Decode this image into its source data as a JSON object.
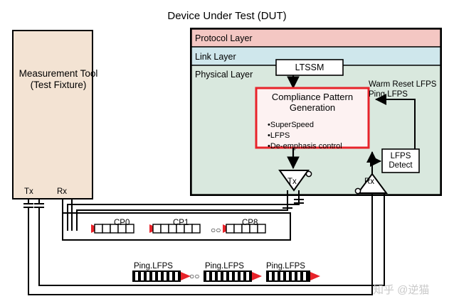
{
  "diagram": {
    "title": "Device Under Test (DUT)",
    "measurement_tool": {
      "line1": "Measurement Tool",
      "line2": "(Test Fixture)",
      "tx_port": "Tx",
      "rx_port": "Rx",
      "fill_color": "#f3e3d3"
    },
    "layers": [
      {
        "name": "Protocol Layer",
        "color": "#f4c7c3"
      },
      {
        "name": "Link Layer",
        "color": "#cfe7ec"
      },
      {
        "name": "Physical Layer",
        "color": "#d9e8de"
      }
    ],
    "ltssm": {
      "label": "LTSSM"
    },
    "compliance_box": {
      "title_line1": "Compliance Pattern",
      "title_line2": "Generation",
      "bullets": [
        "•SuperSpeed",
        "•LFPS",
        "•De-emphasis control"
      ],
      "border_color": "#e8232a",
      "fill_color": "#fdf2f2"
    },
    "lfps_detect": {
      "line1": "LFPS",
      "line2": "Detect"
    },
    "feedback_label": {
      "line1": "Warm Reset LFPS",
      "line2": "Ping.LFPS"
    },
    "buffers": {
      "tx": "Tx",
      "rx": "Rx"
    },
    "compliance_patterns": {
      "labels": [
        "CP0",
        "CP1",
        "CP8"
      ],
      "ellipsis": "○○",
      "arrow_color": "#e8232a",
      "direction": "left"
    },
    "ping_lfps": {
      "labels": [
        "Ping.LFPS",
        "Ping.LFPS",
        "Ping.LFPS"
      ],
      "ellipsis": "○○",
      "arrow_color": "#e8232a",
      "direction": "right"
    },
    "watermark": "知乎 @逆猫"
  }
}
